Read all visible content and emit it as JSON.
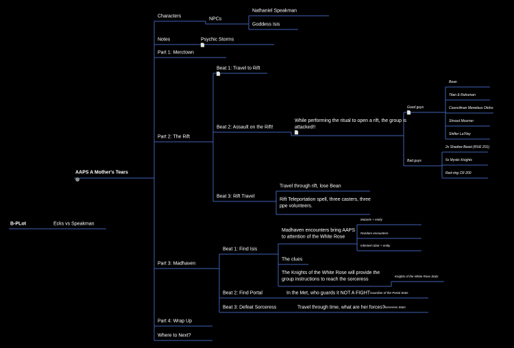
{
  "map": {
    "nodes": [
      {
        "id": "root",
        "parent": null,
        "label": "AAPS A Mother's Tears",
        "note": false,
        "bold": true
      },
      {
        "id": "characters",
        "parent": "root",
        "label": "Characters"
      },
      {
        "id": "npcs",
        "parent": "characters",
        "label": "NPCs"
      },
      {
        "id": "nathaniel",
        "parent": "npcs",
        "label": "Nathaniel Speakman"
      },
      {
        "id": "isis",
        "parent": "npcs",
        "label": "Goddess Isis"
      },
      {
        "id": "notes",
        "parent": "root",
        "label": "Notes"
      },
      {
        "id": "psychic",
        "parent": "notes",
        "label": "Psychic Storms",
        "note": true
      },
      {
        "id": "part1",
        "parent": "root",
        "label": "Part 1: Merctown"
      },
      {
        "id": "part2",
        "parent": "root",
        "label": "Part 2: The Rift"
      },
      {
        "id": "beat1",
        "parent": "part2",
        "label": "Beat 1: Travel to Rift",
        "note": true
      },
      {
        "id": "beat2",
        "parent": "part2",
        "label": "Beat 2: Assault on the Rift!"
      },
      {
        "id": "ritual",
        "parent": "beat2",
        "label": "While performing the ritual to open a rift, the group is attacked!!",
        "note": true
      },
      {
        "id": "good",
        "parent": "ritual",
        "label": "Good guys",
        "note": true
      },
      {
        "id": "bean",
        "parent": "good",
        "label": "Bean"
      },
      {
        "id": "titan",
        "parent": "good",
        "label": "Titan & Rahuman"
      },
      {
        "id": "councilman",
        "parent": "good",
        "label": "Councilman Menelaus Otoho"
      },
      {
        "id": "shroud",
        "parent": "good",
        "label": "Shroud Mourner"
      },
      {
        "id": "shifter",
        "parent": "good",
        "label": "Shifter La'Fley"
      },
      {
        "id": "bad",
        "parent": "ritual",
        "label": "Bad guys"
      },
      {
        "id": "shadow",
        "parent": "bad",
        "label": "2x Shadow Beast (RUE 201)"
      },
      {
        "id": "mystic",
        "parent": "bad",
        "label": "5x Mystic Knights"
      },
      {
        "id": "redring",
        "parent": "bad",
        "label": "Red-ring CR 200"
      },
      {
        "id": "beat3",
        "parent": "part2",
        "label": "Beat 3: Rift Travel"
      },
      {
        "id": "travelrift",
        "parent": "beat3",
        "label": "Travel through rift, lose Bean"
      },
      {
        "id": "teleport",
        "parent": "beat3",
        "label": "Rift Teleportation spell, three casters, three ppe volunteers."
      },
      {
        "id": "part3",
        "parent": "root",
        "label": "Part 3: Madhaven"
      },
      {
        "id": "findisis",
        "parent": "part3",
        "label": "Beat 1: Find Isis"
      },
      {
        "id": "encounters",
        "parent": "findisis",
        "label": "Madhaven encounters bring AAPS to attention of the White Rose"
      },
      {
        "id": "mutants",
        "parent": "encounters",
        "label": "Mutants + entity"
      },
      {
        "id": "random",
        "parent": "encounters",
        "label": "Random encounters"
      },
      {
        "id": "infected",
        "parent": "encounters",
        "label": "Infected robot + entity"
      },
      {
        "id": "clues",
        "parent": "findisis",
        "label": "The clues"
      },
      {
        "id": "knights",
        "parent": "findisis",
        "label": "The Knights of the White Rose will provide the group instructions to reach the sorceress"
      },
      {
        "id": "knightstats",
        "parent": "knights",
        "label": "Knights of the White Rose Stats"
      },
      {
        "id": "findportal",
        "parent": "part3",
        "label": "Beat 2: Find Portal"
      },
      {
        "id": "inmet",
        "parent": "findportal",
        "label": "In the Met, who guards it NOT A FIGHT"
      },
      {
        "id": "guardian",
        "parent": "inmet",
        "label": "Guardian of the Portal Stats"
      },
      {
        "id": "defeat",
        "parent": "part3",
        "label": "Beat 3: Defeat Sorceress"
      },
      {
        "id": "traveltime",
        "parent": "defeat",
        "label": "Travel through time, what are her forces?"
      },
      {
        "id": "sorceress",
        "parent": "traveltime",
        "label": "Sorceress Stats"
      },
      {
        "id": "part4",
        "parent": "root",
        "label": "Part 4: Wrap Up"
      },
      {
        "id": "wherenext",
        "parent": "root",
        "label": "Where to Next?"
      },
      {
        "id": "bplot",
        "parent": null,
        "label": "B-PLot",
        "bold": true
      },
      {
        "id": "ecks",
        "parent": "bplot",
        "label": "Ecks vs Speakman"
      }
    ]
  },
  "colors": {
    "background": "#000000",
    "line": "#3f63b8",
    "text": "#ffffff"
  }
}
